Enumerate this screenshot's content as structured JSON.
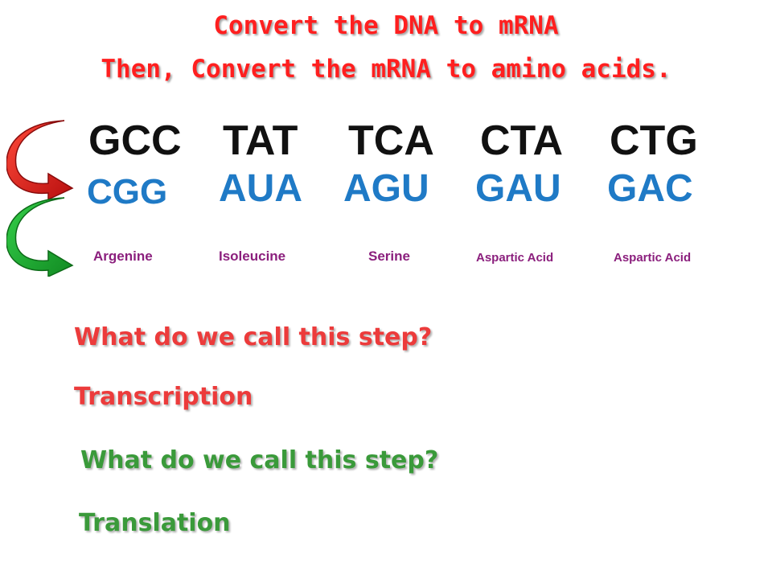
{
  "title": {
    "line1": "Convert the DNA to mRNA",
    "line2": "Then, Convert the mRNA to amino acids."
  },
  "dna_codons": [
    "GCC",
    "TAT",
    "TCA",
    "CTA",
    "CTG"
  ],
  "mrna_codons": [
    "CGG",
    "AUA",
    "AGU",
    "GAU",
    "GAC"
  ],
  "amino_acids": [
    "Argenine",
    "Isoleucine",
    "Serine",
    "Aspartic Acid",
    "Aspartic Acid"
  ],
  "question1": "What do we call this step?",
  "answer1": "Transcription",
  "question2": "What do we call this step?",
  "answer2": "Translation",
  "colors": {
    "title": "#ff1f1f",
    "dna": "#111111",
    "mrna": "#1f7ac6",
    "amino": "#8b1f7d",
    "red_text": "#ec3b3b",
    "green_text": "#3a9a3a",
    "red_arrow": "#e21d1d",
    "green_arrow": "#1faa2e"
  },
  "icons": [
    "red-curved-arrow-icon",
    "green-curved-arrow-icon"
  ]
}
